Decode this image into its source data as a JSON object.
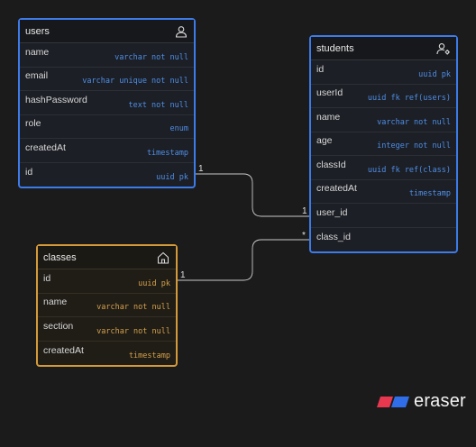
{
  "tables": {
    "users": {
      "name": "users",
      "icon": "user-icon",
      "rows": [
        {
          "field": "name",
          "type": "varchar not null"
        },
        {
          "field": "email",
          "type": "varchar unique not null"
        },
        {
          "field": "hashPassword",
          "type": "text not null"
        },
        {
          "field": "role",
          "type": "enum"
        },
        {
          "field": "createdAt",
          "type": "timestamp"
        },
        {
          "field": "id",
          "type": "uuid pk"
        }
      ]
    },
    "students": {
      "name": "students",
      "icon": "user-settings-icon",
      "rows": [
        {
          "field": "id",
          "type": "uuid pk"
        },
        {
          "field": "userId",
          "type": "uuid fk ref(users)"
        },
        {
          "field": "name",
          "type": "varchar not null"
        },
        {
          "field": "age",
          "type": "integer not null"
        },
        {
          "field": "classId",
          "type": "uuid fk ref(class)"
        },
        {
          "field": "createdAt",
          "type": "timestamp"
        },
        {
          "field": "user_id",
          "type": ""
        },
        {
          "field": "class_id",
          "type": ""
        }
      ]
    },
    "classes": {
      "name": "classes",
      "icon": "home-icon",
      "rows": [
        {
          "field": "id",
          "type": "uuid pk"
        },
        {
          "field": "name",
          "type": "varchar not null"
        },
        {
          "field": "section",
          "type": "varchar not null"
        },
        {
          "field": "createdAt",
          "type": "timestamp"
        }
      ]
    }
  },
  "relations": {
    "users_to_students": {
      "from_label": "1",
      "to_label": "1"
    },
    "classes_to_students": {
      "from_label": "1",
      "to_label": "*"
    }
  },
  "brand": {
    "name": "eraser",
    "colors": [
      "#e8384f",
      "#2f6ee8"
    ]
  },
  "colors": {
    "blue": "#3d7be8",
    "orange": "#d49a3a",
    "line": "#c9c9cc"
  }
}
